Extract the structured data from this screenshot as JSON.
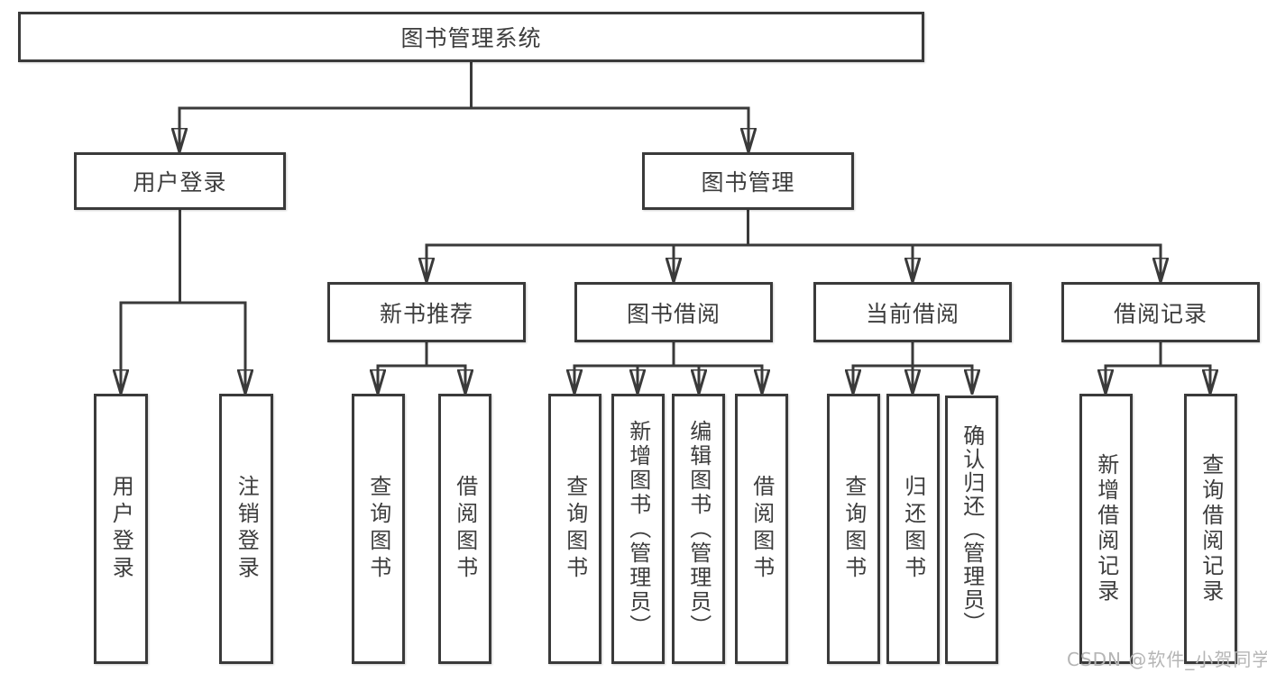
{
  "nodes": {
    "root": {
      "label": "图书管理系统"
    },
    "branches": [
      {
        "label": "用户登录"
      },
      {
        "label": "图书管理"
      }
    ],
    "modules": [
      {
        "label": "新书推荐"
      },
      {
        "label": "图书借阅"
      },
      {
        "label": "当前借阅"
      },
      {
        "label": "借阅记录"
      }
    ],
    "leaves": [
      {
        "label": "用户登录"
      },
      {
        "label": "注销登录"
      },
      {
        "label": "查询图书"
      },
      {
        "label": "借阅图书"
      },
      {
        "label": "查询图书"
      },
      {
        "label": "新增图书（管理员）"
      },
      {
        "label": "编辑图书（管理员）"
      },
      {
        "label": "借阅图书"
      },
      {
        "label": "查询图书"
      },
      {
        "label": "归还图书"
      },
      {
        "label": "确认归还（管理员）"
      },
      {
        "label": "新增借阅记录"
      },
      {
        "label": "查询借阅记录"
      }
    ]
  },
  "hierarchy": {
    "图书管理系统": [
      "用户登录",
      "图书管理"
    ],
    "用户登录": [
      "用户登录",
      "注销登录"
    ],
    "图书管理": [
      "新书推荐",
      "图书借阅",
      "当前借阅",
      "借阅记录"
    ],
    "新书推荐": [
      "查询图书",
      "借阅图书"
    ],
    "图书借阅": [
      "查询图书",
      "新增图书（管理员）",
      "编辑图书（管理员）",
      "借阅图书"
    ],
    "当前借阅": [
      "查询图书",
      "归还图书",
      "确认归还（管理员）"
    ],
    "借阅记录": [
      "新增借阅记录",
      "查询借阅记录"
    ]
  },
  "watermark": {
    "text": "CSDN @软件_小贺同学"
  },
  "colors": {
    "line": "#3a3a3a",
    "text": "#3d3d3d",
    "watermark": "#b5b5b5",
    "background": "#ffffff"
  }
}
